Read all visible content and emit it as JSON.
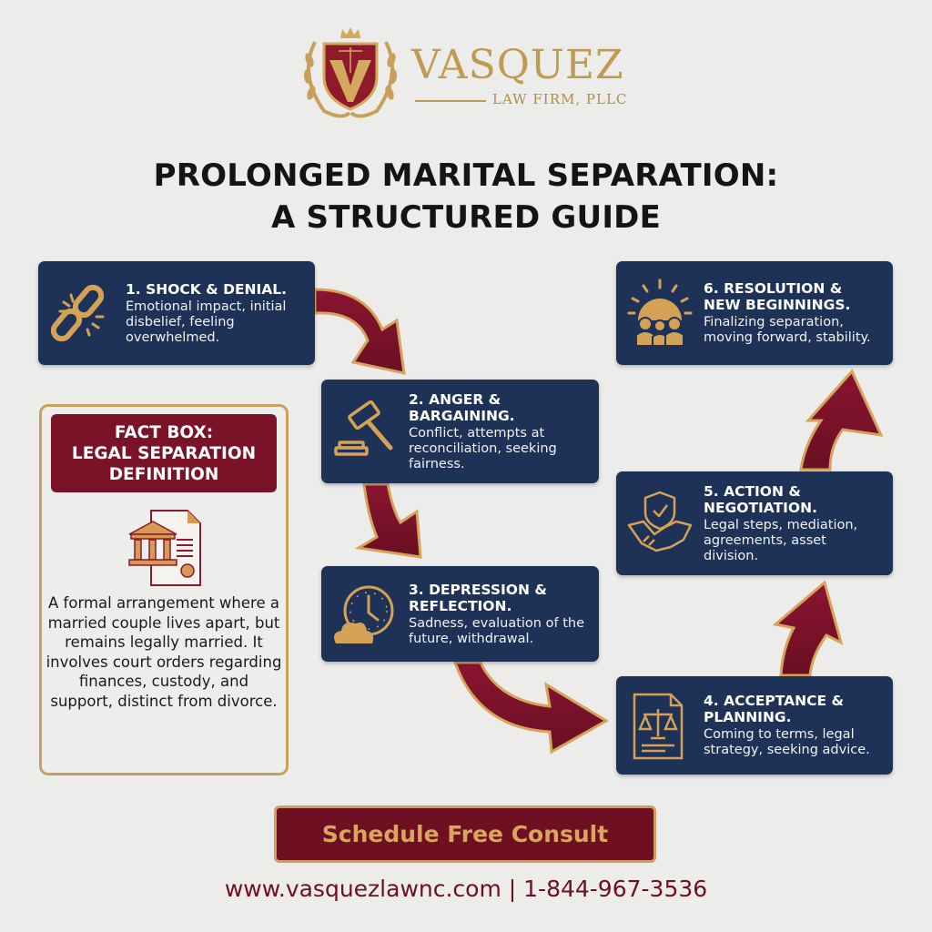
{
  "brand": {
    "name": "VASQUEZ",
    "subtitle": "LAW FIRM, PLLC",
    "colors": {
      "gold": "#c09a4e",
      "maroon": "#7b1328",
      "navy": "#1e3157",
      "background": "#ececeb"
    }
  },
  "title": {
    "line1": "PROLONGED MARITAL SEPARATION:",
    "line2": "A STRUCTURED GUIDE"
  },
  "steps": [
    {
      "heading": "1. SHOCK & DENIAL.",
      "description": "Emotional impact, initial disbelief, feeling overwhelmed.",
      "icon": "broken-chain-icon"
    },
    {
      "heading": "2. ANGER & BARGAINING.",
      "description": "Conflict, attempts at reconciliation, seeking fairness.",
      "icon": "gavel-icon"
    },
    {
      "heading": "3. DEPRESSION & REFLECTION.",
      "description": "Sadness, evaluation of the future, withdrawal.",
      "icon": "clock-cloud-icon"
    },
    {
      "heading": "4. ACCEPTANCE & PLANNING.",
      "description": "Coming to terms, legal strategy, seeking advice.",
      "icon": "legal-document-scales-icon"
    },
    {
      "heading": "5. ACTION & NEGOTIATION.",
      "description": "Legal steps, mediation, agreements, asset division.",
      "icon": "shield-handshake-icon"
    },
    {
      "heading": "6. RESOLUTION & NEW BEGINNINGS.",
      "description": "Finalizing separation, moving forward, stability.",
      "icon": "sunrise-family-icon"
    }
  ],
  "fact_box": {
    "heading_line1": "FACT BOX:",
    "heading_line2": "LEGAL SEPARATION",
    "heading_line3": "DEFINITION",
    "icon": "courthouse-document-icon",
    "body": "A formal arrangement where a married couple lives apart, but remains legally married. It involves court orders regarding finances, custody, and support, distinct from divorce."
  },
  "cta": {
    "label": "Schedule Free Consult"
  },
  "footer": {
    "contact": "www.vasquezlawnc.com | 1-844-967-3536"
  }
}
